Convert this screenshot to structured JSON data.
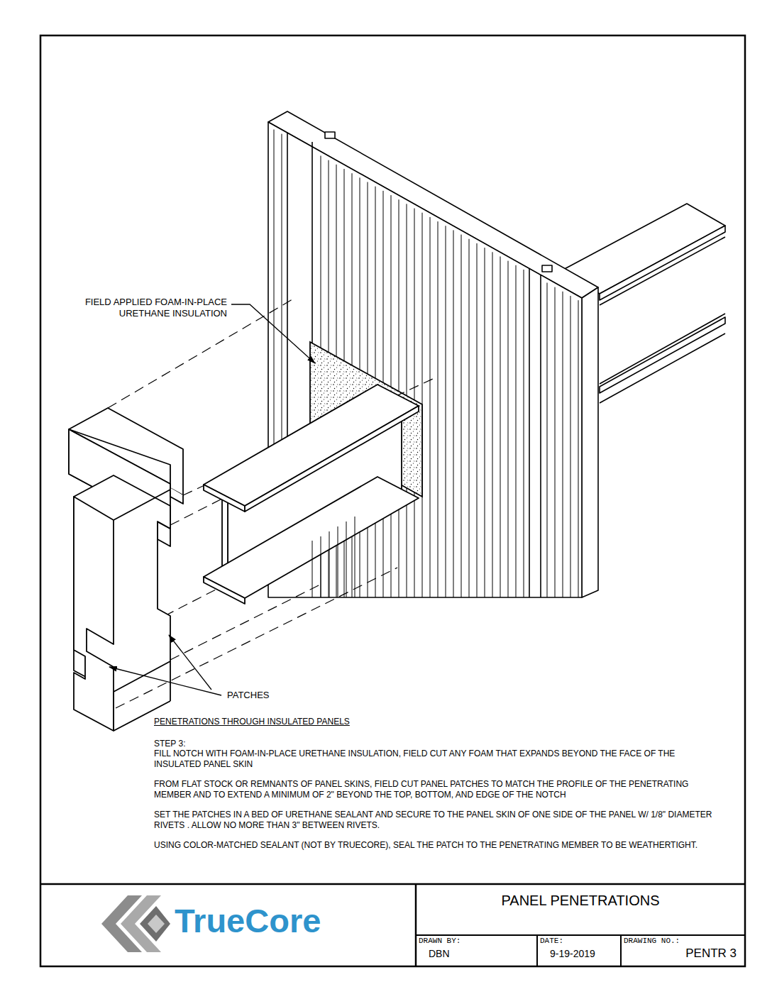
{
  "diagram": {
    "title": "PANEL PENETRATIONS",
    "nodes": [
      {
        "text": [
          "DRAWN BY:",
          "DBN"
        ]
      },
      {
        "text": [
          "DATE:",
          "9-19-2019"
        ]
      },
      {
        "text": [
          "DRAWING NO.:",
          "PENTR 3"
        ]
      }
    ],
    "labels": [
      "FIELD APPLIED FOAM-IN-PLACE URETHANE INSULATION",
      "PATCHES",
      "PENETRATIONS THROUGH INSULATED PANELS",
      "STEP 3:",
      "FILL NOTCH WITH FOAM-IN-PLACE URETHANE INSULATION, FIELD CUT ANY FOAM THAT EXPANDS BEYOND THE FACE OF THE INSULATED PANEL SKIN",
      "FROM FLAT STOCK OR REMNANTS OF PANEL SKINS, FIELD CUT PANEL PATCHES TO MATCH THE PROFILE OF THE PENETRATING MEMBER AND TO EXTEND A MINIMUM OF 2\" BEYOND THE TOP, BOTTOM, AND EDGE OF THE NOTCH",
      "SET THE PATCHES IN A BED OF URETHANE SEALANT AND SECURE TO THE PANEL SKIN OF ONE SIDE OF THE PANEL W/ 1/8\" DIAMETER RIVETS . ALLOW NO MORE THAN 3\" BETWEEN RIVETS.",
      "USING COLOR-MATCHED SEALANT (NOT BY TRUECORE), SEAL THE PATCH TO THE PENETRATING MEMBER TO BE WEATHERTIGHT.",
      "TrueCore"
    ]
  }
}
